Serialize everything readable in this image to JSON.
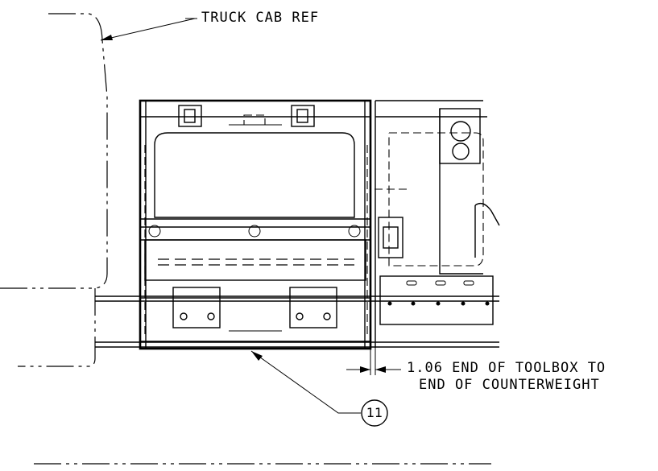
{
  "annotations": {
    "truck_cab_ref": "TRUCK CAB REF",
    "dimension_line1": "1.06 END OF TOOLBOX TO",
    "dimension_line2": "END OF COUNTERWEIGHT",
    "balloon": "11"
  }
}
